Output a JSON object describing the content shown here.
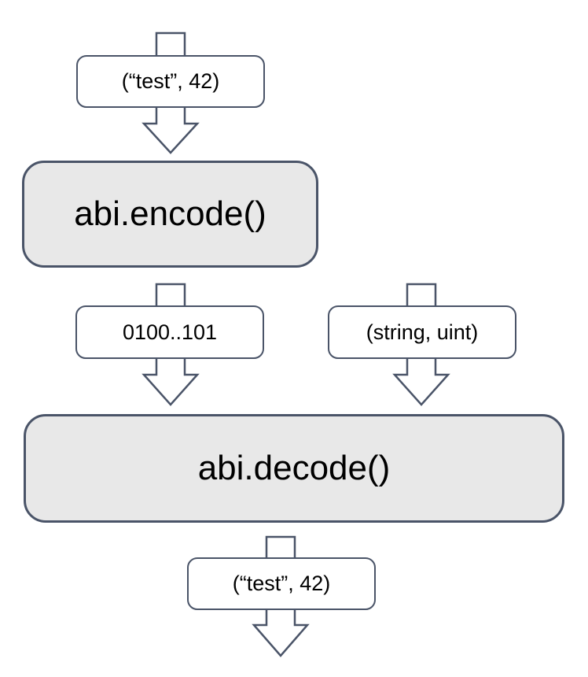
{
  "diagram": {
    "nodes": {
      "input_tuple": {
        "label": "(“test”, 42)",
        "type": "data-label"
      },
      "encode_fn": {
        "label": "abi.encode()",
        "type": "process"
      },
      "encoded_bytes": {
        "label": "0100..101",
        "type": "data-label"
      },
      "type_signature": {
        "label": "(string, uint)",
        "type": "data-label"
      },
      "decode_fn": {
        "label": "abi.decode()",
        "type": "process"
      },
      "output_tuple": {
        "label": "(“test”, 42)",
        "type": "data-label"
      }
    },
    "edges": [
      {
        "from": "input_tuple",
        "to": "encode_fn"
      },
      {
        "from": "encode_fn",
        "to": "encoded_bytes"
      },
      {
        "from": "encoded_bytes",
        "to": "decode_fn"
      },
      {
        "from": "type_signature",
        "to": "decode_fn"
      },
      {
        "from": "decode_fn",
        "to": "output_tuple"
      }
    ],
    "colors": {
      "stroke": "#4a5468",
      "process_fill": "#e8e8e8",
      "label_fill": "#ffffff",
      "text": "#000000",
      "background": "#ffffff"
    }
  }
}
